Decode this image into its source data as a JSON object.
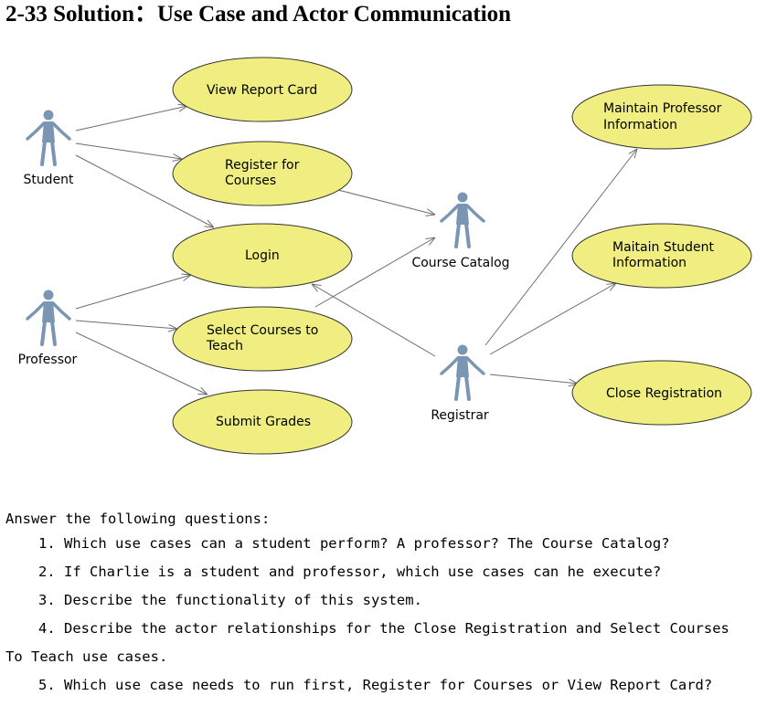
{
  "title": "2-33 Solution：Use Case and Actor Communication",
  "colors": {
    "usecase_fill": "#f0ee80",
    "usecase_stroke": "#333333",
    "actor": "#7a96b4",
    "line": "#6e6e6e"
  },
  "actors": [
    {
      "id": "student",
      "label": "Student"
    },
    {
      "id": "professor",
      "label": "Professor"
    },
    {
      "id": "course_catalog",
      "label": "Course Catalog"
    },
    {
      "id": "registrar",
      "label": "Registrar"
    }
  ],
  "use_cases": [
    {
      "id": "view_report_card",
      "lines": [
        "View Report Card"
      ]
    },
    {
      "id": "register_for_courses",
      "lines": [
        "Register for",
        "Courses"
      ]
    },
    {
      "id": "login",
      "lines": [
        "Login"
      ]
    },
    {
      "id": "select_courses_to_teach",
      "lines": [
        "Select Courses to",
        "Teach"
      ]
    },
    {
      "id": "submit_grades",
      "lines": [
        "Submit Grades"
      ]
    },
    {
      "id": "maintain_professor_information",
      "lines": [
        "Maintain Professor",
        "Information"
      ]
    },
    {
      "id": "maitain_student_information",
      "lines": [
        "Maitain Student",
        "Information"
      ]
    },
    {
      "id": "close_registration",
      "lines": [
        "Close Registration"
      ]
    }
  ],
  "associations": [
    {
      "from": "student",
      "to": "view_report_card"
    },
    {
      "from": "student",
      "to": "register_for_courses"
    },
    {
      "from": "student",
      "to": "login"
    },
    {
      "from": "professor",
      "to": "login"
    },
    {
      "from": "professor",
      "to": "select_courses_to_teach"
    },
    {
      "from": "professor",
      "to": "submit_grades"
    },
    {
      "from": "register_for_courses",
      "to": "course_catalog"
    },
    {
      "from": "select_courses_to_teach",
      "to": "course_catalog"
    },
    {
      "from": "registrar",
      "to": "login"
    },
    {
      "from": "registrar",
      "to": "maintain_professor_information"
    },
    {
      "from": "registrar",
      "to": "maitain_student_information"
    },
    {
      "from": "registrar",
      "to": "close_registration"
    }
  ],
  "questions": {
    "intro": "Answer the following questions:",
    "q1": "1. Which use cases can a student perform? A professor? The Course Catalog?",
    "q2": "2. If Charlie is a student and professor, which use cases can he execute?",
    "q3": "3. Describe the functionality of this system.",
    "q4a": "4. Describe the actor relationships for the Close Registration and Select Courses",
    "q4b": "To Teach use cases.",
    "q5": "5. Which use case needs to run first, Register for Courses or View Report Card?"
  }
}
